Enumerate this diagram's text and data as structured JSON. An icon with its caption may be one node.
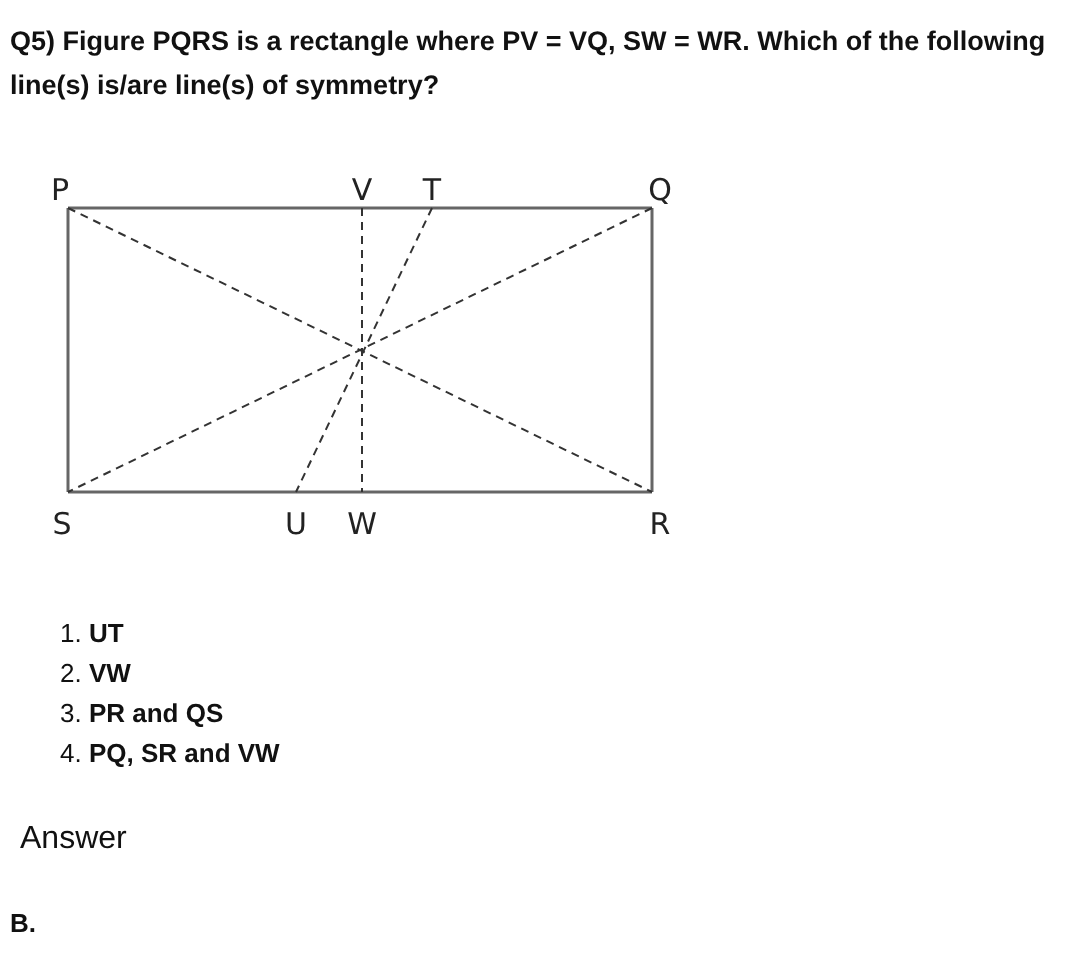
{
  "diagram": {
    "title": "Q5) Figure PQRS is a rectangle where PV = VQ, SW = WR. Which of the following line(s) is/are line(s) of symmetry?",
    "nodes": [
      {
        "text": [
          "P"
        ]
      },
      {
        "text": [
          "V"
        ]
      },
      {
        "text": [
          "T"
        ]
      },
      {
        "text": [
          "Q"
        ]
      },
      {
        "text": [
          "S"
        ]
      },
      {
        "text": [
          "U"
        ]
      },
      {
        "text": [
          "W"
        ]
      },
      {
        "text": [
          "R"
        ]
      }
    ],
    "edges": [
      {
        "from": 0,
        "to": 3,
        "arrow": "none"
      },
      {
        "from": 3,
        "to": 7,
        "arrow": "none"
      },
      {
        "from": 4,
        "to": 7,
        "arrow": "none"
      },
      {
        "from": 0,
        "to": 4,
        "arrow": "none"
      },
      {
        "from": 0,
        "to": 7,
        "arrow": "none",
        "style": "dashed"
      },
      {
        "from": 3,
        "to": 4,
        "arrow": "none",
        "style": "dashed"
      },
      {
        "from": 1,
        "to": 6,
        "arrow": "none",
        "style": "dashed"
      },
      {
        "from": 2,
        "to": 5,
        "arrow": "none",
        "style": "dashed"
      }
    ],
    "labels": [
      "1. **UT**",
      "2. **VW**",
      "3. **PR and QS**",
      "4. **PQ, SR and VW**",
      "Answer",
      "B."
    ]
  }
}
